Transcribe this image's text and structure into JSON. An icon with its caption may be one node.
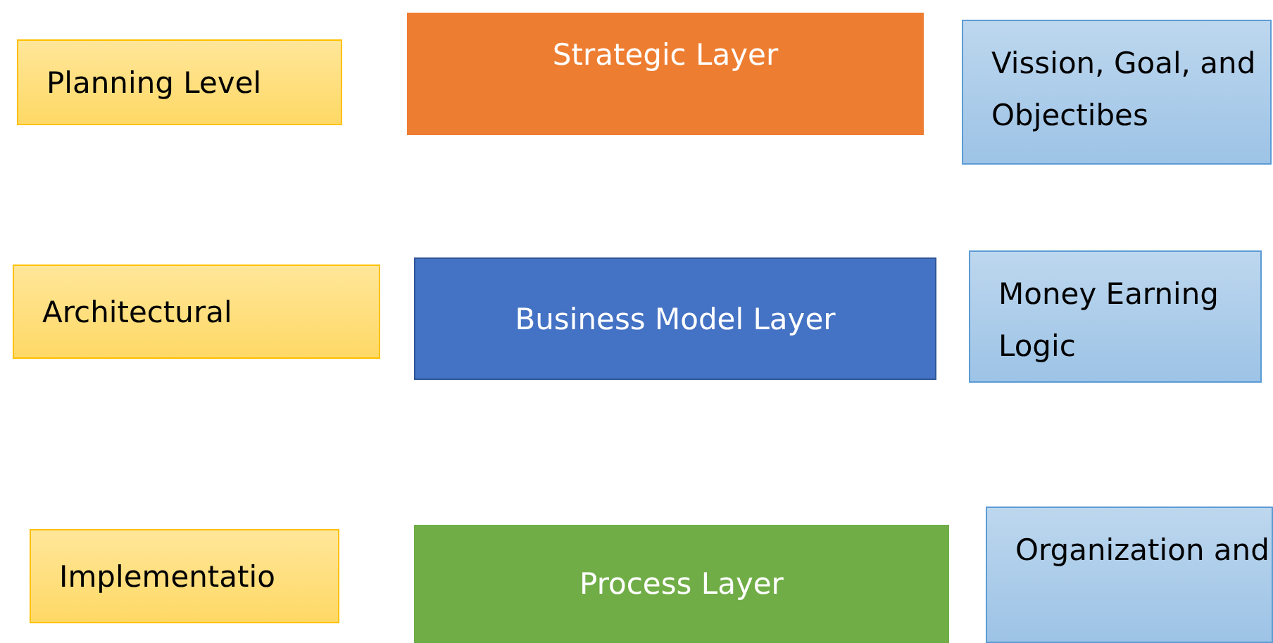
{
  "diagram": {
    "nodes": [
      {
        "text": [
          "Planning Level"
        ]
      },
      {
        "text": [
          "Strategic Layer"
        ]
      },
      {
        "text": [
          "Vission, Goal, and Objectibes"
        ]
      },
      {
        "text": [
          "Architectural"
        ]
      },
      {
        "text": [
          "Business Model Layer"
        ]
      },
      {
        "text": [
          "Money Earning Logic"
        ]
      },
      {
        "text": [
          "Implementatio"
        ]
      },
      {
        "text": [
          "Process Layer"
        ]
      },
      {
        "text": [
          "Organization and"
        ]
      }
    ]
  }
}
